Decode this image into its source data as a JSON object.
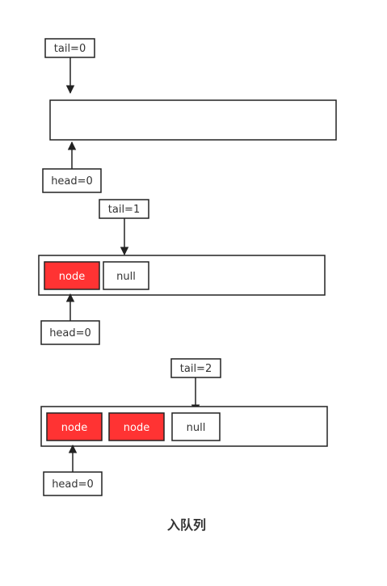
{
  "colors": {
    "stroke": "#222222",
    "node_fill": "#ff3333",
    "text": "#333333",
    "background": "#ffffff"
  },
  "steps": [
    {
      "tail_label": "tail=0",
      "head_label": "head=0",
      "cells": []
    },
    {
      "tail_label": "tail=1",
      "head_label": "head=0",
      "cells": [
        "node",
        "null"
      ]
    },
    {
      "tail_label": "tail=2",
      "head_label": "head=0",
      "cells": [
        "node",
        "node",
        "null"
      ]
    }
  ],
  "caption": "入队列"
}
